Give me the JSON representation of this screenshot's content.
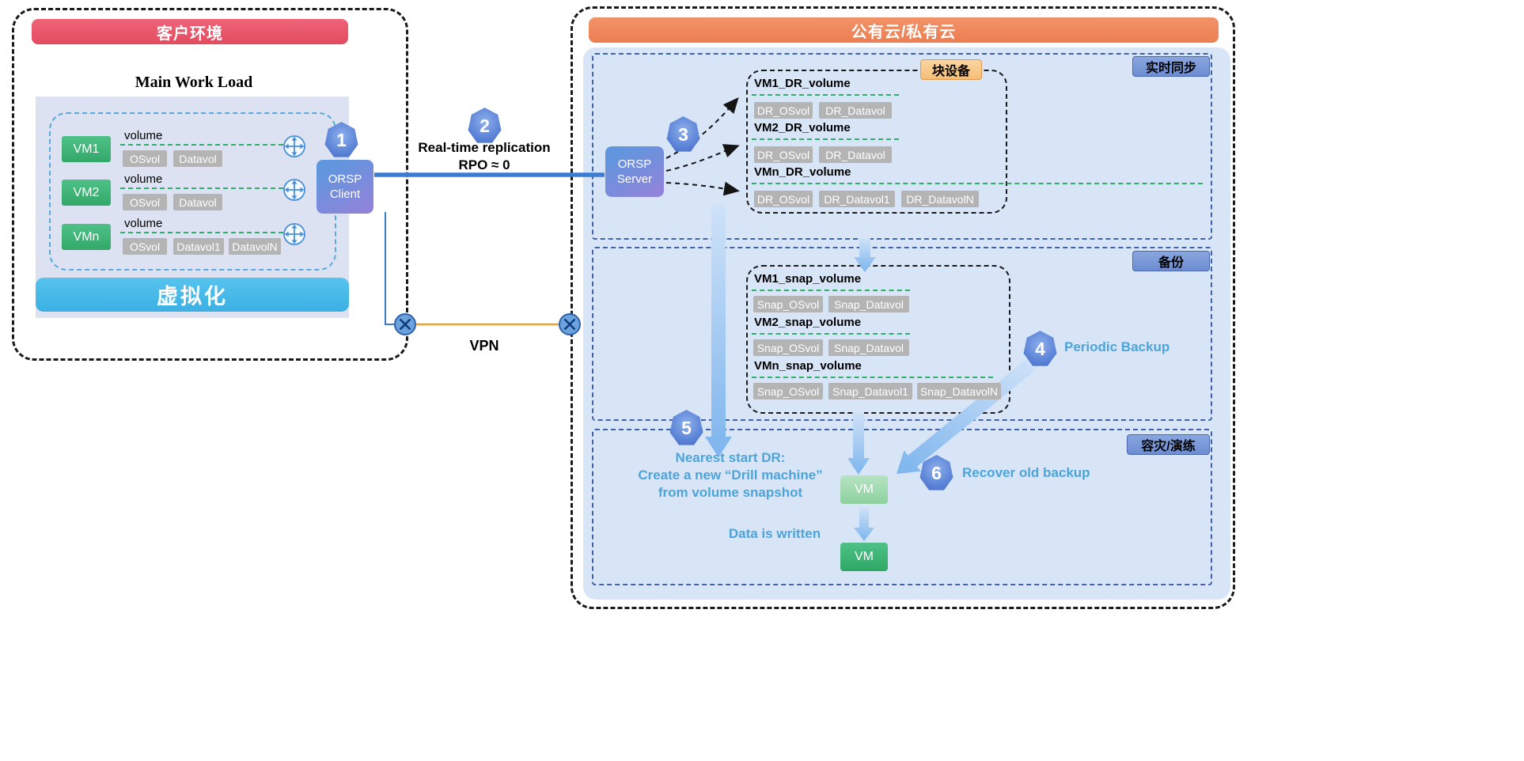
{
  "customer": {
    "header": "客户环境",
    "workload_title": "Main Work Load",
    "virtualization_label": "虚拟化",
    "orsp_client": {
      "line1": "ORSP",
      "line2": "Client"
    },
    "badge1": "1",
    "vms": [
      {
        "name": "VM1",
        "volume_label": "volume",
        "vols": [
          "OSvol",
          "Datavol"
        ]
      },
      {
        "name": "VM2",
        "volume_label": "volume",
        "vols": [
          "OSvol",
          "Datavol"
        ]
      },
      {
        "name": "VMn",
        "volume_label": "volume",
        "vols": [
          "OSvol",
          "Datavol1",
          "DatavolN"
        ]
      }
    ]
  },
  "link": {
    "badge2": "2",
    "replication_title": "Real-time replication",
    "replication_sub": "RPO ≈ 0",
    "vpn_label": "VPN"
  },
  "cloud": {
    "header": "公有云/私有云",
    "sync": {
      "label": "实时同步",
      "block_device_badge": "块设备",
      "badge3": "3",
      "orsp_server": {
        "line1": "ORSP",
        "line2": "Server"
      },
      "groups": [
        {
          "title": "VM1_DR_volume",
          "vols": [
            "DR_OSvol",
            "DR_Datavol"
          ]
        },
        {
          "title": "VM2_DR_volume",
          "vols": [
            "DR_OSvol",
            "DR_Datavol"
          ]
        },
        {
          "title": "VMn_DR_volume",
          "vols": [
            "DR_OSvol",
            "DR_Datavol1",
            "DR_DatavolN"
          ]
        }
      ]
    },
    "backup": {
      "label": "备份",
      "badge4": "4",
      "periodic_backup_label": "Periodic Backup",
      "groups": [
        {
          "title": "VM1_snap_volume",
          "vols": [
            "Snap_OSvol",
            "Snap_Datavol"
          ]
        },
        {
          "title": "VM2_snap_volume",
          "vols": [
            "Snap_OSvol",
            "Snap_Datavol"
          ]
        },
        {
          "title": "VMn_snap_volume",
          "vols": [
            "Snap_OSvol",
            "Snap_Datavol1",
            "Snap_DatavolN"
          ]
        }
      ]
    },
    "dr": {
      "label": "容灾/演练",
      "badge5": "5",
      "badge6": "6",
      "start_dr_line1": "Nearest start DR:",
      "start_dr_line2": "Create a new “Drill machine”",
      "start_dr_line3": "from volume snapshot",
      "recover_label": "Recover old backup",
      "drill_vm_label": "VM",
      "data_written_label": "Data is written",
      "final_vm_label": "VM"
    }
  },
  "colors": {
    "customer_header": "#e8556a",
    "cloud_header": "#ee8257",
    "vm_green": "#3eb874",
    "volume_gray": "#b4b4b4",
    "virtualization_blue": "#47b9e9",
    "badge_blue": "#5d85d8",
    "section_label_blue": "#7b99d9",
    "block_device_orange": "#f7c789",
    "accent_text_blue": "#4ba4da",
    "replication_line_blue": "#3a7cd0",
    "vpn_line_orange": "#f0a133",
    "green_dashed_line": "#2fae6e",
    "cloud_panel_blue": "#d8e5f7"
  }
}
